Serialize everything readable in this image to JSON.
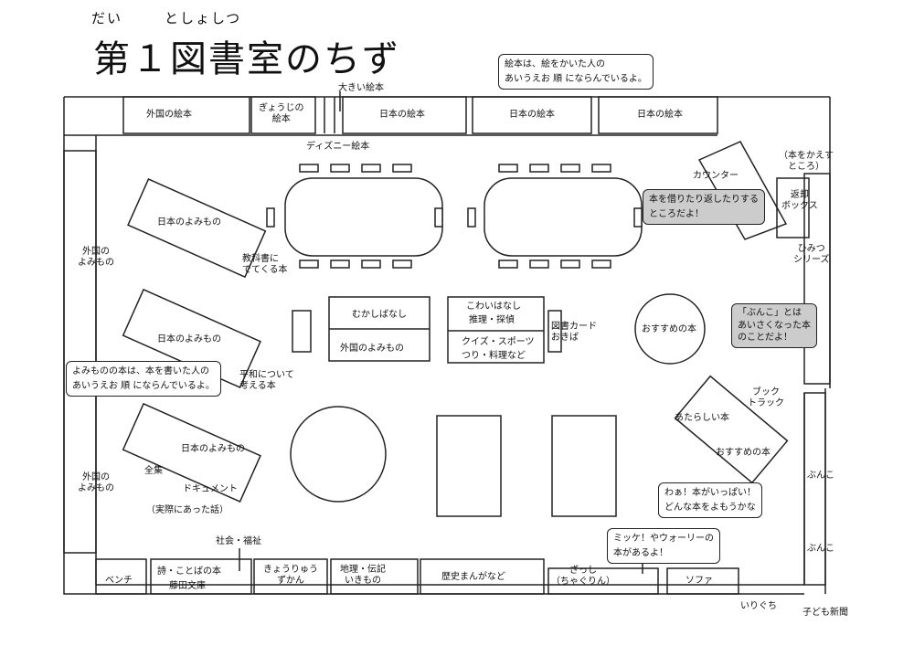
{
  "title": {
    "ruby_dai": "だい",
    "ruby_toshoshitsu": "としょしつ",
    "text": "第１図書室のちず"
  },
  "notes": {
    "picturebook": [
      "絵本は、絵をかいた人の",
      "あいうえお 順 にならんでいるよ。"
    ],
    "reading": [
      "よみものの本は、本を書いた人の",
      "あいうえお 順 にならんでいるよ。"
    ],
    "counter_note": [
      "本を借りたり返したりする",
      "ところだよ！"
    ],
    "bunko": [
      "「ぶんこ」とは",
      "あいさくなった本",
      "のことだよ！"
    ],
    "lots": [
      "わぁ！本がいっぱい！",
      "どんな本をよもうかな"
    ],
    "mikke": [
      "ミッケ！やウォーリーの",
      "本があるよ！"
    ]
  },
  "labels": {
    "gaikoku_ehon": "外国の絵本",
    "gyouji": [
      "ぎょうじの",
      "絵本"
    ],
    "ookii_ehon": "大きい絵本",
    "disney": "ディズニー絵本",
    "nihon_ehon_1": "日本の絵本",
    "nihon_ehon_2": "日本の絵本",
    "nihon_ehon_3": "日本の絵本",
    "counter": "カウンター",
    "return_place": [
      "（本をかえす",
      "ところ）"
    ],
    "return_box": [
      "返却",
      "ボックス"
    ],
    "himitsu": [
      "ひみつ",
      "シリーズ"
    ],
    "gaikoku_yomi_1": [
      "外国の",
      "よみもの"
    ],
    "gaikoku_yomi_2": [
      "外国の",
      "よみもの"
    ],
    "nihon_yomi_1": "日本のよみもの",
    "nihon_yomi_2": "日本のよみもの",
    "nihon_yomi_3": "日本のよみもの",
    "kyoukasho": [
      "教科書に",
      "でてくる本"
    ],
    "heiwa": [
      "平和について",
      "考える本"
    ],
    "mukashi": "むかしばなし",
    "gaikoku_yomi_3": "外国のよみもの",
    "kowai": "こわいはなし",
    "suiri": "推理・探偵",
    "quiz": "クイズ・スポーツ",
    "tsuri": "つり・料理など",
    "card": [
      "図書カード",
      "おきば"
    ],
    "osusume_round": "おすすめの本",
    "booktruck": [
      "ブック",
      "トラック"
    ],
    "atarashii": "あたらしい本",
    "osusume_truck": "おすすめの本",
    "zenshu": "全集",
    "document": "ドキュメント",
    "jitsuwa": "（実際にあった話）",
    "bunko_1": "ぶんこ",
    "bunko_2": "ぶんこ",
    "shakai": "社会・福祉",
    "bench": "ベンチ",
    "shi": "詩・ことばの本",
    "fujita": "藤田文庫",
    "kyouryu": [
      "きょうりゅう",
      "ずかん"
    ],
    "chiri": [
      "地理・伝記",
      "いきもの"
    ],
    "rekishi": "歴史まんがなど",
    "zasshi": [
      "ざっし",
      "（ちゃぐりん）"
    ],
    "sofa": "ソファ",
    "iriguchi": "いりぐち",
    "kodomo": "子ども新聞"
  }
}
